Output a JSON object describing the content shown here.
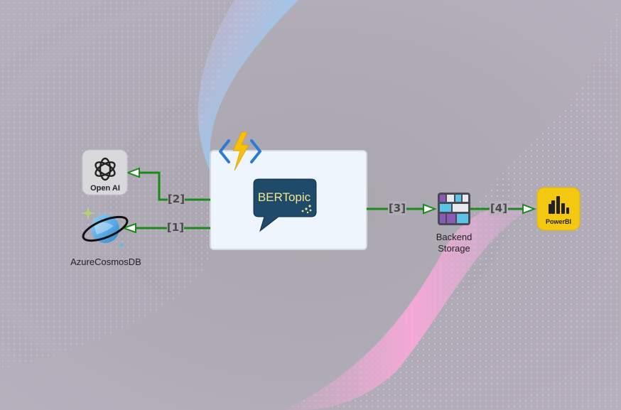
{
  "edges": {
    "e1": "[1]",
    "e2": "[2]",
    "e3": "[3]",
    "e4": "[4]"
  },
  "nodes": {
    "openai": {
      "label": "Open AI"
    },
    "cosmos": {
      "label": "AzureCosmosDB"
    },
    "bertopic": {
      "label": "BERTopic"
    },
    "storage": {
      "label_line1": "Backend",
      "label_line2": "Storage"
    },
    "powerbi": {
      "label": "PowerBI"
    }
  },
  "colors": {
    "arrow": "#1a8a1a",
    "bertopic_bubble": "#1f4a6a",
    "bertopic_text": "#f4e98a",
    "powerbi_bg": "#f2c811",
    "function_bolt": "#f7c10a",
    "function_brackets": "#2b7bd6"
  }
}
